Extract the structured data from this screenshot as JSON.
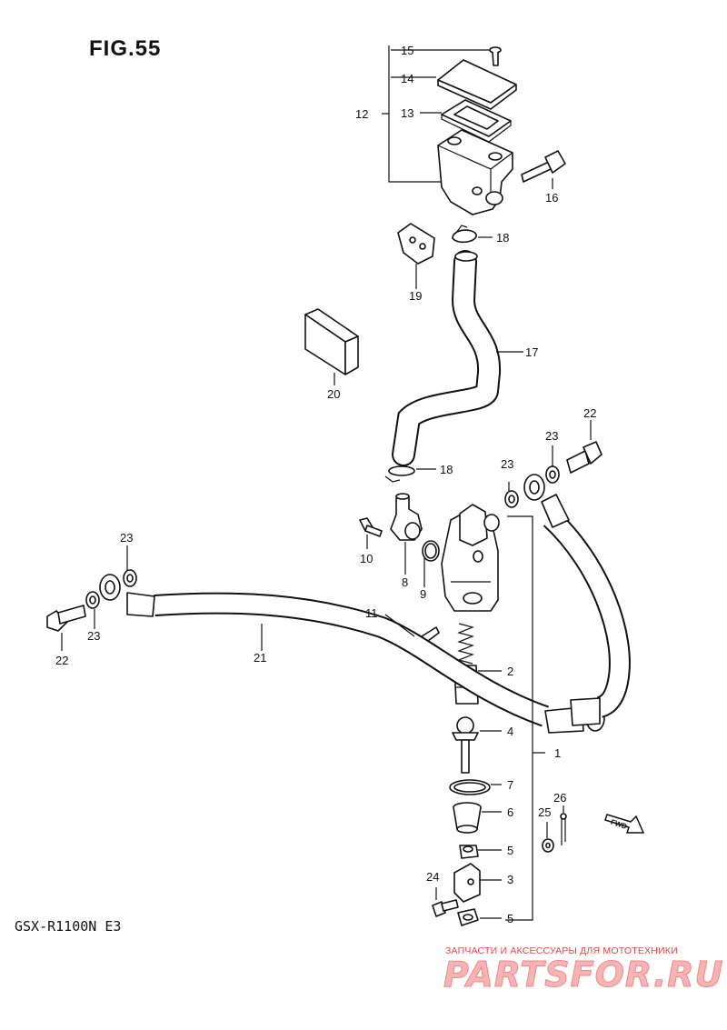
{
  "figure": {
    "title": "FIG.55",
    "model": "GSX-R1100N E3"
  },
  "watermark": {
    "tagline": "ЗАПЧАСТИ И АКСЕССУАРЫ ДЛЯ МОТОТЕХНИКИ",
    "logo": "PARTSFOR.RU"
  },
  "direction_label": "FWD",
  "callouts": [
    {
      "id": "c15",
      "label": "15"
    },
    {
      "id": "c14",
      "label": "14"
    },
    {
      "id": "c12",
      "label": "12"
    },
    {
      "id": "c13",
      "label": "13"
    },
    {
      "id": "c16",
      "label": "16"
    },
    {
      "id": "c18a",
      "label": "18"
    },
    {
      "id": "c19",
      "label": "19"
    },
    {
      "id": "c17",
      "label": "17"
    },
    {
      "id": "c20",
      "label": "20"
    },
    {
      "id": "c18b",
      "label": "18"
    },
    {
      "id": "c22a",
      "label": "22"
    },
    {
      "id": "c23a",
      "label": "23"
    },
    {
      "id": "c23b",
      "label": "23"
    },
    {
      "id": "c10",
      "label": "10"
    },
    {
      "id": "c8",
      "label": "8"
    },
    {
      "id": "c9",
      "label": "9"
    },
    {
      "id": "c23c",
      "label": "23"
    },
    {
      "id": "c23d",
      "label": "23"
    },
    {
      "id": "c22b",
      "label": "22"
    },
    {
      "id": "c11",
      "label": "11"
    },
    {
      "id": "c21",
      "label": "21"
    },
    {
      "id": "c2",
      "label": "2"
    },
    {
      "id": "c4",
      "label": "4"
    },
    {
      "id": "c1",
      "label": "1"
    },
    {
      "id": "c7",
      "label": "7"
    },
    {
      "id": "c6",
      "label": "6"
    },
    {
      "id": "c25",
      "label": "25"
    },
    {
      "id": "c26",
      "label": "26"
    },
    {
      "id": "c5a",
      "label": "5"
    },
    {
      "id": "c24",
      "label": "24"
    },
    {
      "id": "c3",
      "label": "3"
    },
    {
      "id": "c5b",
      "label": "5"
    }
  ]
}
